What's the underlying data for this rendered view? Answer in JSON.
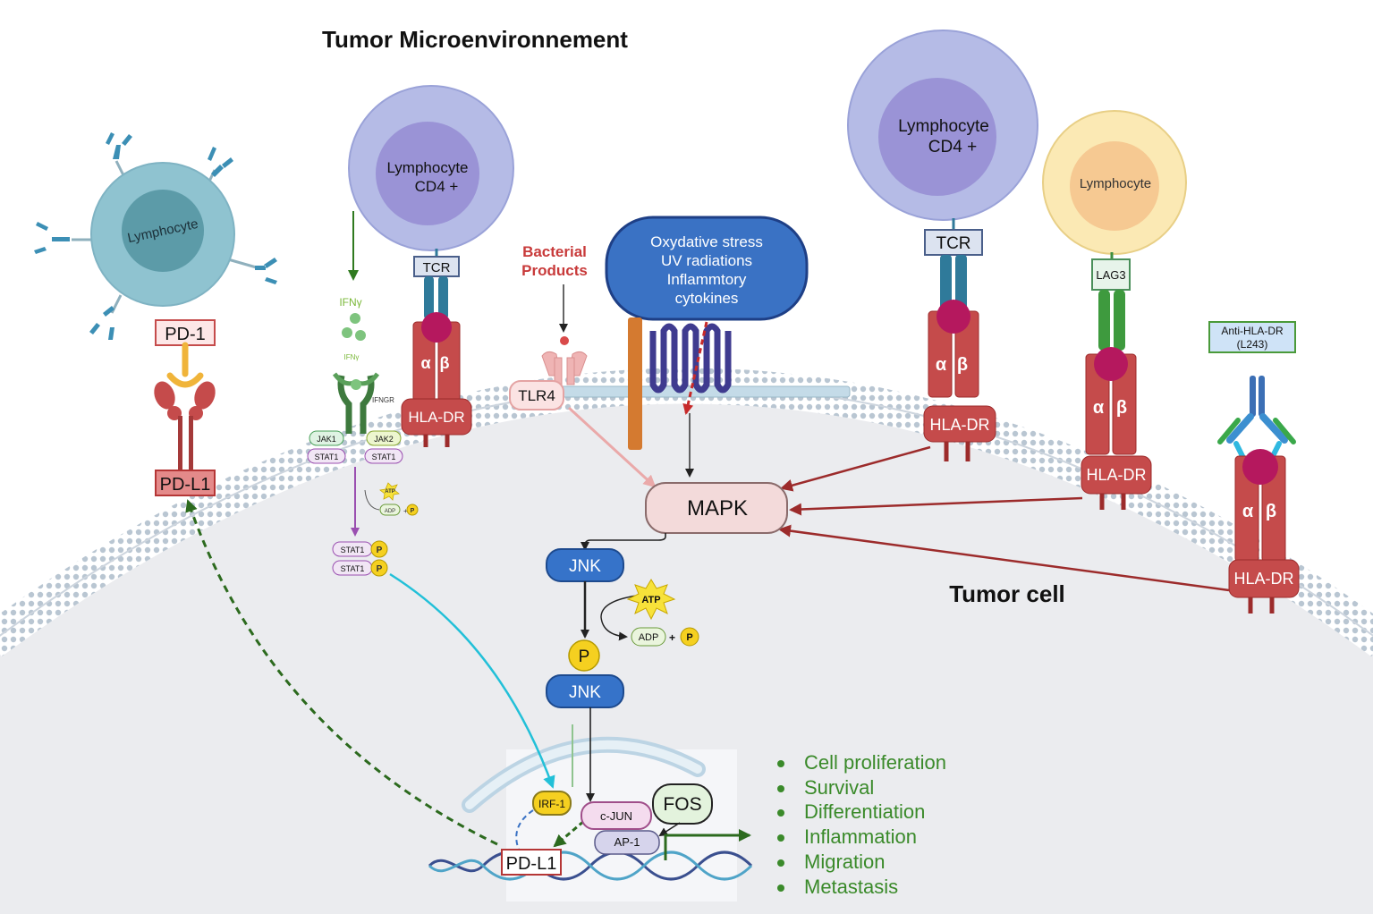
{
  "title": "Tumor Microenvironnement",
  "region_label": "Tumor cell",
  "cells": {
    "lymphocyte_left": "Lymphocyte",
    "cd4_left": [
      "Lymphocyte",
      "CD4 +"
    ],
    "cd4_right": [
      "Lymphocyte",
      "CD4 +"
    ],
    "lymphocyte_right": "Lymphocyte"
  },
  "receptors": {
    "pd1": "PD-1",
    "pdl1_membrane": "PD-L1",
    "tcr_left": "TCR",
    "tcr_right": "TCR",
    "lag3": "LAG3",
    "tlr4": "TLR4",
    "hla_dr": "HLA-DR",
    "alpha": "α",
    "beta": "β",
    "ifngr": "IFNGR",
    "anti_hla_dr": [
      "Anti-HLA-DR",
      "(L243)"
    ]
  },
  "signals": {
    "ifng_large": "IFNγ",
    "ifng_small": "IFNγ",
    "bacterial_products": [
      "Bacterial",
      "Products"
    ],
    "stress_box": [
      "Oxydative stress",
      "UV radiations",
      "Inflammtory",
      "cytokines"
    ],
    "jak1": "JAK1",
    "jak2": "JAK2",
    "stat1": "STAT1",
    "atp": "ATP",
    "adp": "ADP",
    "p": "P",
    "plus": "+"
  },
  "pathway": {
    "mapk": "MAPK",
    "jnk": "JNK",
    "irf1": "IRF-1",
    "cjun": "c-JUN",
    "fos": "FOS",
    "ap1": "AP-1",
    "pdl1_gene": "PD-L1"
  },
  "outcomes": [
    "Cell proliferation",
    "Survival",
    "Differentiation",
    "Inflammation",
    "Migration",
    "Metastasis"
  ],
  "colors": {
    "hla_red": "#c54b4b",
    "tcr_blue": "#2f7a9a",
    "stress_blue": "#3a72c4",
    "jnk_blue": "#3673c9",
    "outcome_green": "#3a8a2a",
    "bacterial_red": "#c83a3a"
  }
}
